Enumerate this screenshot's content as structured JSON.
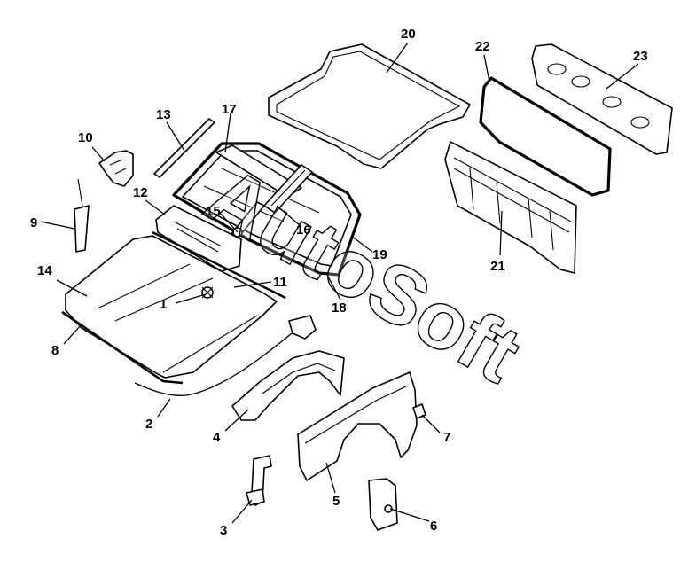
{
  "watermark": "AutoSoft",
  "callouts": [
    {
      "id": "1",
      "text": "1"
    },
    {
      "id": "2",
      "text": "2"
    },
    {
      "id": "3",
      "text": "3"
    },
    {
      "id": "4",
      "text": "4"
    },
    {
      "id": "5",
      "text": "5"
    },
    {
      "id": "6",
      "text": "6"
    },
    {
      "id": "7",
      "text": "7"
    },
    {
      "id": "8",
      "text": "8"
    },
    {
      "id": "9",
      "text": "9"
    },
    {
      "id": "10",
      "text": "10"
    },
    {
      "id": "11",
      "text": "11"
    },
    {
      "id": "12",
      "text": "12"
    },
    {
      "id": "13",
      "text": "13"
    },
    {
      "id": "14",
      "text": "14"
    },
    {
      "id": "15",
      "text": "15"
    },
    {
      "id": "16",
      "text": "16"
    },
    {
      "id": "17",
      "text": "17"
    },
    {
      "id": "18",
      "text": "18"
    },
    {
      "id": "19",
      "text": "19"
    },
    {
      "id": "20",
      "text": "20"
    },
    {
      "id": "21",
      "text": "21"
    },
    {
      "id": "22",
      "text": "22"
    },
    {
      "id": "23",
      "text": "23"
    }
  ]
}
